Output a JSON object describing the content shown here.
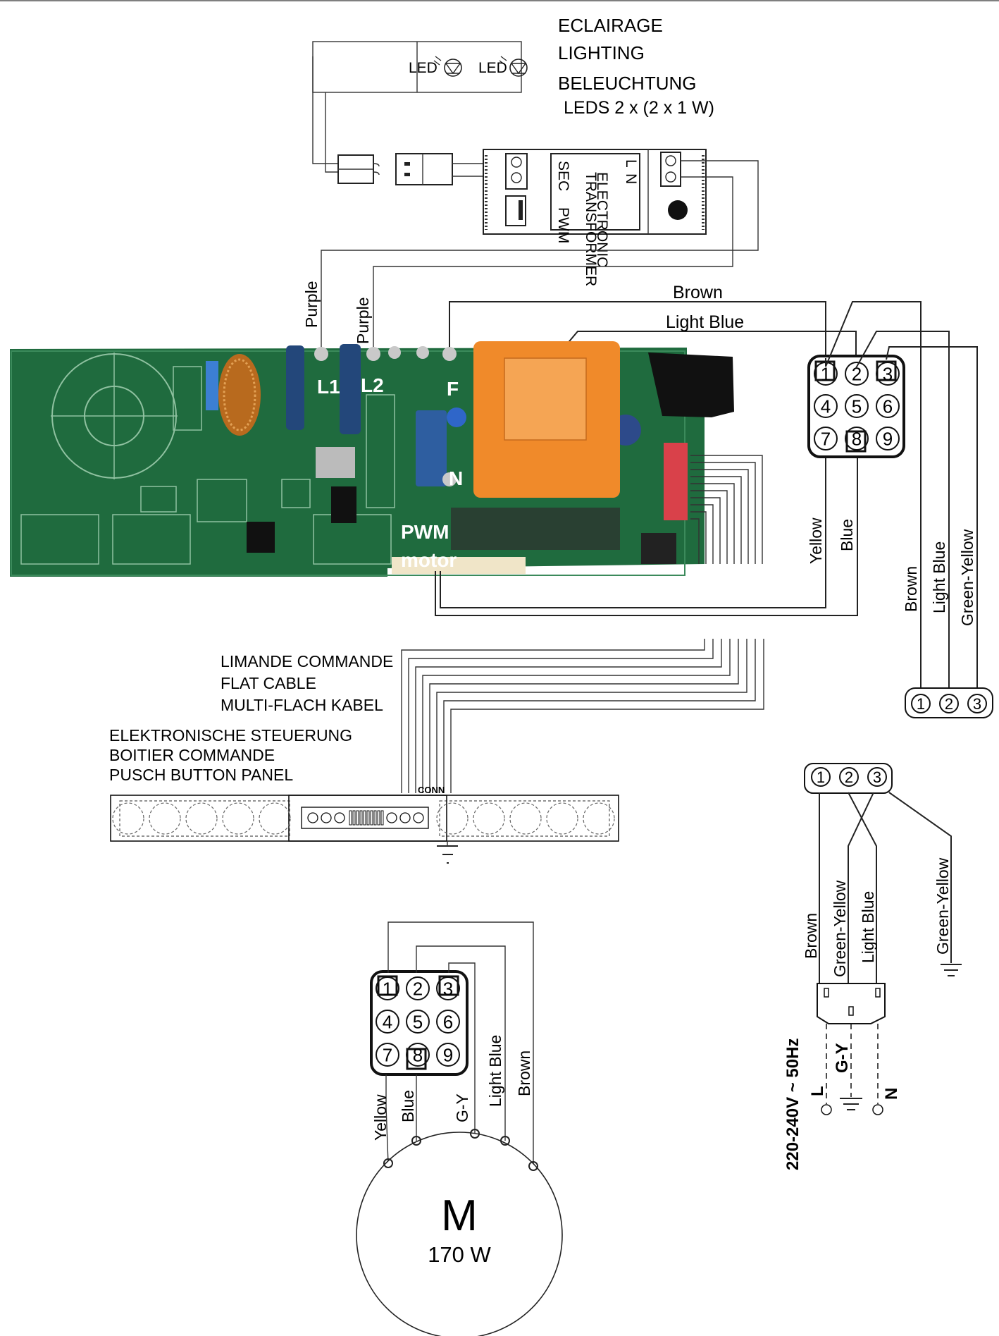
{
  "lighting": {
    "title_fr": "ECLAIRAGE",
    "title_en": "LIGHTING",
    "title_de": "BELEUCHTUNG",
    "spec": "LEDS 2 x (2 x 1 W)",
    "led_label": "LED"
  },
  "transformer": {
    "name_line1": "ELECTRONIC",
    "name_line2": "TRANSFORMER",
    "sec": "SEC",
    "pwm": "PWM",
    "l": "L",
    "n": "N"
  },
  "wires": {
    "purple": "Purple",
    "brown": "Brown",
    "light_blue": "Light Blue",
    "yellow": "Yellow",
    "blue": "Blue",
    "green_yellow": "Green-Yellow",
    "gy_short": "G-Y"
  },
  "pcb": {
    "l1": "L1",
    "l2": "L2",
    "f": "F",
    "n": "N",
    "pwm_line1": "PWM",
    "pwm_line2": "motor"
  },
  "connector_digits": [
    "1",
    "2",
    "3",
    "4",
    "5",
    "6",
    "7",
    "8",
    "9"
  ],
  "terminal_digits": [
    "1",
    "2",
    "3"
  ],
  "flat_cable": {
    "fr": "LIMANDE COMMANDE",
    "en": "FLAT CABLE",
    "de": "MULTI-FLACH KABEL"
  },
  "control_panel": {
    "de": "ELEKTRONISCHE STEUERUNG",
    "fr": "BOITIER COMMANDE",
    "en": "PUSCH BUTTON PANEL",
    "conn": "CONN"
  },
  "motor": {
    "symbol": "M",
    "power": "170 W"
  },
  "mains": {
    "voltage": "220-240V ~ 50Hz",
    "l": "L",
    "gy": "G-Y",
    "n": "N"
  }
}
